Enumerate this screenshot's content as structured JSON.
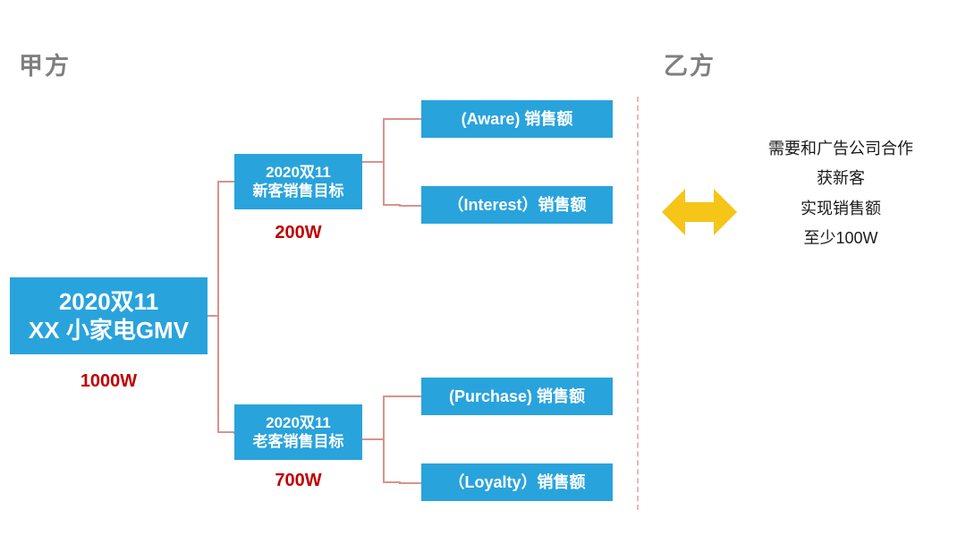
{
  "headers": {
    "left": "甲方",
    "right": "乙方"
  },
  "nodes": {
    "root": {
      "line1": "2020双11",
      "line2": "XX 小家电GMV",
      "value": "1000W"
    },
    "new_customer": {
      "line1": "2020双11",
      "line2": "新客销售目标",
      "value": "200W"
    },
    "old_customer": {
      "line1": "2020双11",
      "line2": "老客销售目标",
      "value": "700W"
    },
    "leaves": {
      "aware": "(Aware) 销售额",
      "interest": "（Interest）销售额",
      "purchase": "(Purchase) 销售额",
      "loyalty": "（Loyalty）销售额"
    }
  },
  "arrow": {
    "icon": "double-arrow-icon",
    "color": "#f5c518"
  },
  "right_text": {
    "line1": "需要和广告公司合作",
    "line2": "获新客",
    "line3": "实现销售额",
    "line4": "至少100W"
  },
  "colors": {
    "box_blue": "#29a3dc",
    "value_red": "#c00000",
    "connector_pink": "#d9938b",
    "divider_pink": "#e8b8b2",
    "header_gray": "#7f7f7f",
    "arrow_yellow": "#f5c518"
  }
}
